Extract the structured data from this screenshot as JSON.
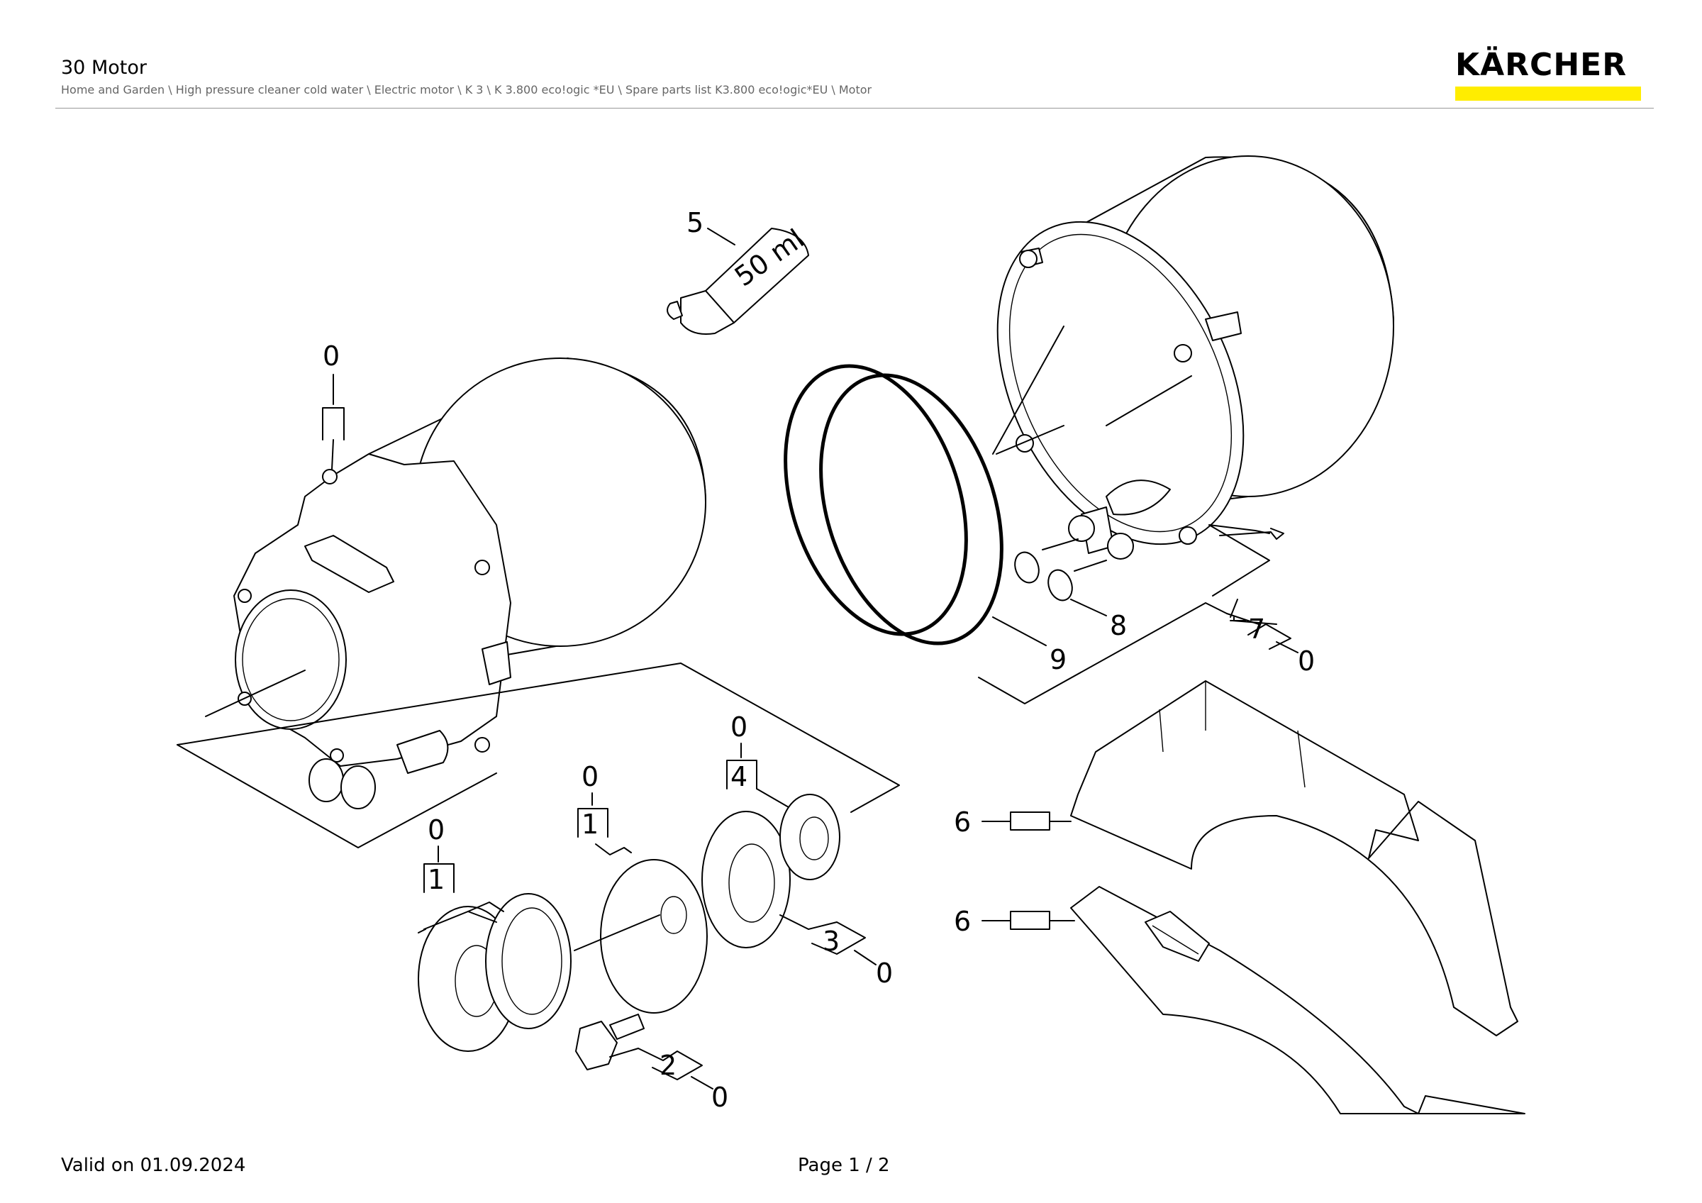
{
  "header": {
    "title": "30 Motor",
    "breadcrumb": "Home and Garden \\ High pressure cleaner cold water \\ Electric motor \\ K 3 \\ K 3.800 eco!ogic *EU \\ Spare parts list K3.800 eco!ogic*EU \\ Motor",
    "logo": "KÄRCHER",
    "brand_color": "#ffed00"
  },
  "diagram": {
    "tube_label": "50 ml",
    "callouts": {
      "c5": "5",
      "c0_top": "0",
      "c0_top_sub": "",
      "c9": "9",
      "c8": "8",
      "c7": "7",
      "c7_sub": "0",
      "c6a": "6",
      "c6b": "6",
      "c0_c": "0",
      "c4": "4",
      "c0_b": "0",
      "c1_b": "1",
      "c0_a": "0",
      "c1_a": "1",
      "c3": "3",
      "c3_sub": "0",
      "c2": "2",
      "c2_sub": "0"
    }
  },
  "footer": {
    "valid": "Valid on 01.09.2024",
    "page": "Page 1 / 2"
  }
}
